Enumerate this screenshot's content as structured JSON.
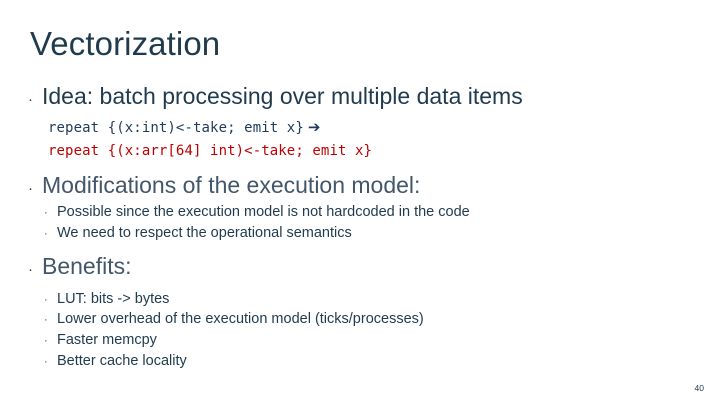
{
  "slide": {
    "title": "Vectorization",
    "page_number": "40",
    "colors": {
      "title": "#1F3B4D",
      "bullet_primary": "#1F3B4D",
      "bullet_muted": "#44576A",
      "code_navy": "#1F3B5C",
      "code_red": "#C00000",
      "background": "#FFFFFF"
    },
    "bullet_marker": "·",
    "sub_bullet_marker": "·"
  },
  "content": {
    "idea": {
      "label": "Idea: batch processing over multiple data items",
      "code": {
        "line1": "repeat {(x:int)<-take; emit x}",
        "arrow": "➔",
        "line2": "repeat {(x:arr[64] int)<-take; emit x}"
      }
    },
    "modifications": {
      "label": "Modifications of the execution model:",
      "items": [
        {
          "text": "Possible since the execution model is not hardcoded in the code"
        },
        {
          "text": "We need to respect the operational semantics"
        }
      ]
    },
    "benefits": {
      "label": "Benefits:",
      "items": [
        {
          "text": "LUT: bits -> bytes"
        },
        {
          "text": "Lower overhead of the execution model (ticks/processes)"
        },
        {
          "text": "Faster memcpy"
        },
        {
          "text": "Better cache locality"
        }
      ]
    }
  }
}
